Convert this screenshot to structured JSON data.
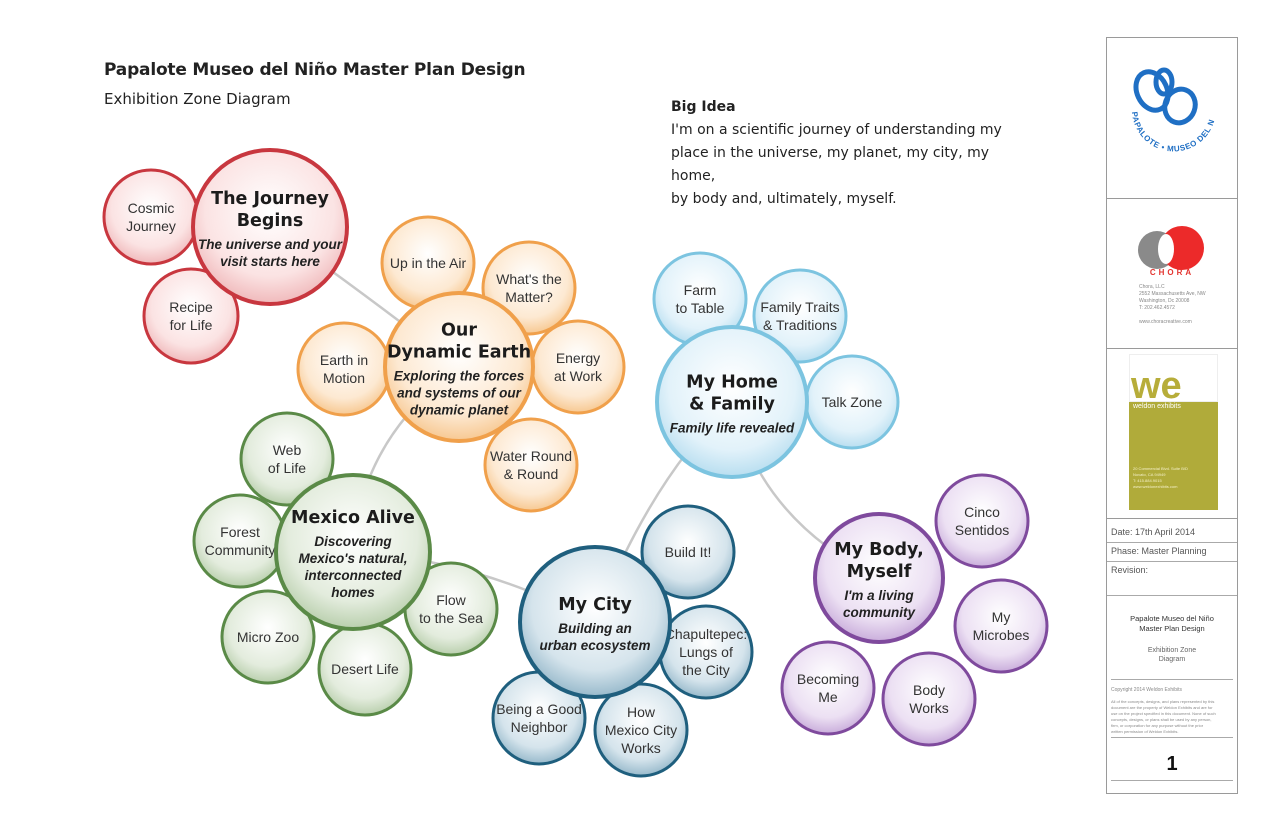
{
  "header": {
    "title": "Papalote Museo del Niño Master Plan Design",
    "subtitle": "Exhibition Zone Diagram"
  },
  "big_idea": {
    "heading": "Big Idea",
    "lines": [
      "I'm on a scientific journey of understanding my",
      "place in the universe, my planet, my city, my home,",
      "by body and, ultimately, myself."
    ]
  },
  "colors": {
    "red": "#c8373f",
    "orange": "#f0a04b",
    "blue": "#7cc4e0",
    "green": "#5a8a47",
    "teal": "#1f5f7e",
    "purple": "#7f4a9d",
    "connector": "#c8c8c8"
  },
  "zones": [
    {
      "id": "journey",
      "color": "red",
      "hub": {
        "title": [
          "The Journey",
          "Begins"
        ],
        "desc": [
          "The universe and your",
          "visit starts here"
        ]
      },
      "satellites": [
        {
          "label": [
            "Cosmic",
            "Journey"
          ]
        },
        {
          "label": [
            "Recipe",
            "for Life"
          ]
        }
      ]
    },
    {
      "id": "earth",
      "color": "orange",
      "hub": {
        "title": [
          "Our",
          "Dynamic Earth"
        ],
        "desc": [
          "Exploring the forces",
          "and systems of our",
          "dynamic planet"
        ]
      },
      "satellites": [
        {
          "label": [
            "Up in the Air"
          ]
        },
        {
          "label": [
            "What's the",
            "Matter?"
          ]
        },
        {
          "label": [
            "Energy",
            "at Work"
          ]
        },
        {
          "label": [
            "Water Round",
            "& Round"
          ]
        },
        {
          "label": [
            "Earth in",
            "Motion"
          ]
        }
      ]
    },
    {
      "id": "home",
      "color": "blue",
      "hub": {
        "title": [
          "My Home",
          "& Family"
        ],
        "desc": [
          "Family life revealed"
        ]
      },
      "satellites": [
        {
          "label": [
            "Farm",
            "to Table"
          ]
        },
        {
          "label": [
            "Family Traits",
            "& Traditions"
          ]
        },
        {
          "label": [
            "Talk Zone"
          ]
        }
      ]
    },
    {
      "id": "mexico",
      "color": "green",
      "hub": {
        "title": [
          "Mexico Alive"
        ],
        "desc": [
          "Discovering",
          "Mexico's natural,",
          "interconnected",
          "homes"
        ]
      },
      "satellites": [
        {
          "label": [
            "Web",
            "of Life"
          ]
        },
        {
          "label": [
            "Forest",
            "Community"
          ]
        },
        {
          "label": [
            "Micro Zoo"
          ]
        },
        {
          "label": [
            "Desert Life"
          ]
        },
        {
          "label": [
            "Flow",
            "to the Sea"
          ]
        }
      ]
    },
    {
      "id": "city",
      "color": "teal",
      "hub": {
        "title": [
          "My City"
        ],
        "desc": [
          "Building an",
          "urban ecosystem"
        ]
      },
      "satellites": [
        {
          "label": [
            "Build It!"
          ]
        },
        {
          "label": [
            "Chapultepec:",
            "Lungs of",
            "the City"
          ]
        },
        {
          "label": [
            "How",
            "Mexico City",
            "Works"
          ]
        },
        {
          "label": [
            "Being a Good",
            "Neighbor"
          ]
        }
      ]
    },
    {
      "id": "body",
      "color": "purple",
      "hub": {
        "title": [
          "My Body,",
          "Myself"
        ],
        "desc": [
          "I'm a living",
          "community"
        ]
      },
      "satellites": [
        {
          "label": [
            "Cinco",
            "Sentidos"
          ]
        },
        {
          "label": [
            "My",
            "Microbes"
          ]
        },
        {
          "label": [
            "Body",
            "Works"
          ]
        },
        {
          "label": [
            "Becoming",
            "Me"
          ]
        }
      ]
    }
  ],
  "title_block": {
    "papalote_logo_text": "PAPALOTE • MUSEO DEL NIÑO",
    "chora_name": "CHORA",
    "chora_info": [
      "Chora, LLC",
      "2552 Massachusetts Ave, NW",
      "Washington, Dc 20008",
      "T: 202.462.4572",
      "www.choracreative.com"
    ],
    "weldon_mark": "we",
    "weldon_name": "weldon exhibits",
    "weldon_info": [
      "20 Commercial Blvd. Suite B/D",
      "Novato, CA 94949",
      "T: 415.884.9015",
      "www.weldonexhibits.com"
    ],
    "date": "Date: 17th April 2014",
    "phase": "Phase: Master Planning",
    "revision": "Revision:",
    "project_title": [
      "Papalote Museo del Niño",
      "Master Plan Design"
    ],
    "drawing_title": [
      "Exhibition Zone",
      "Diagram"
    ],
    "copyright": "Copyright 2014 Weldon Exhibits",
    "notice": [
      "All of the concepts, designs, and plans represented by this",
      "document are the property of Weldon Exhibits and are for",
      "use on the project specified in this document. None of such",
      "concepts, designs, or plans shall be used by any person,",
      "firm, or corporation for any purpose without the prior",
      "written permission of Weldon Exhibits."
    ],
    "sheet_number": "1"
  }
}
